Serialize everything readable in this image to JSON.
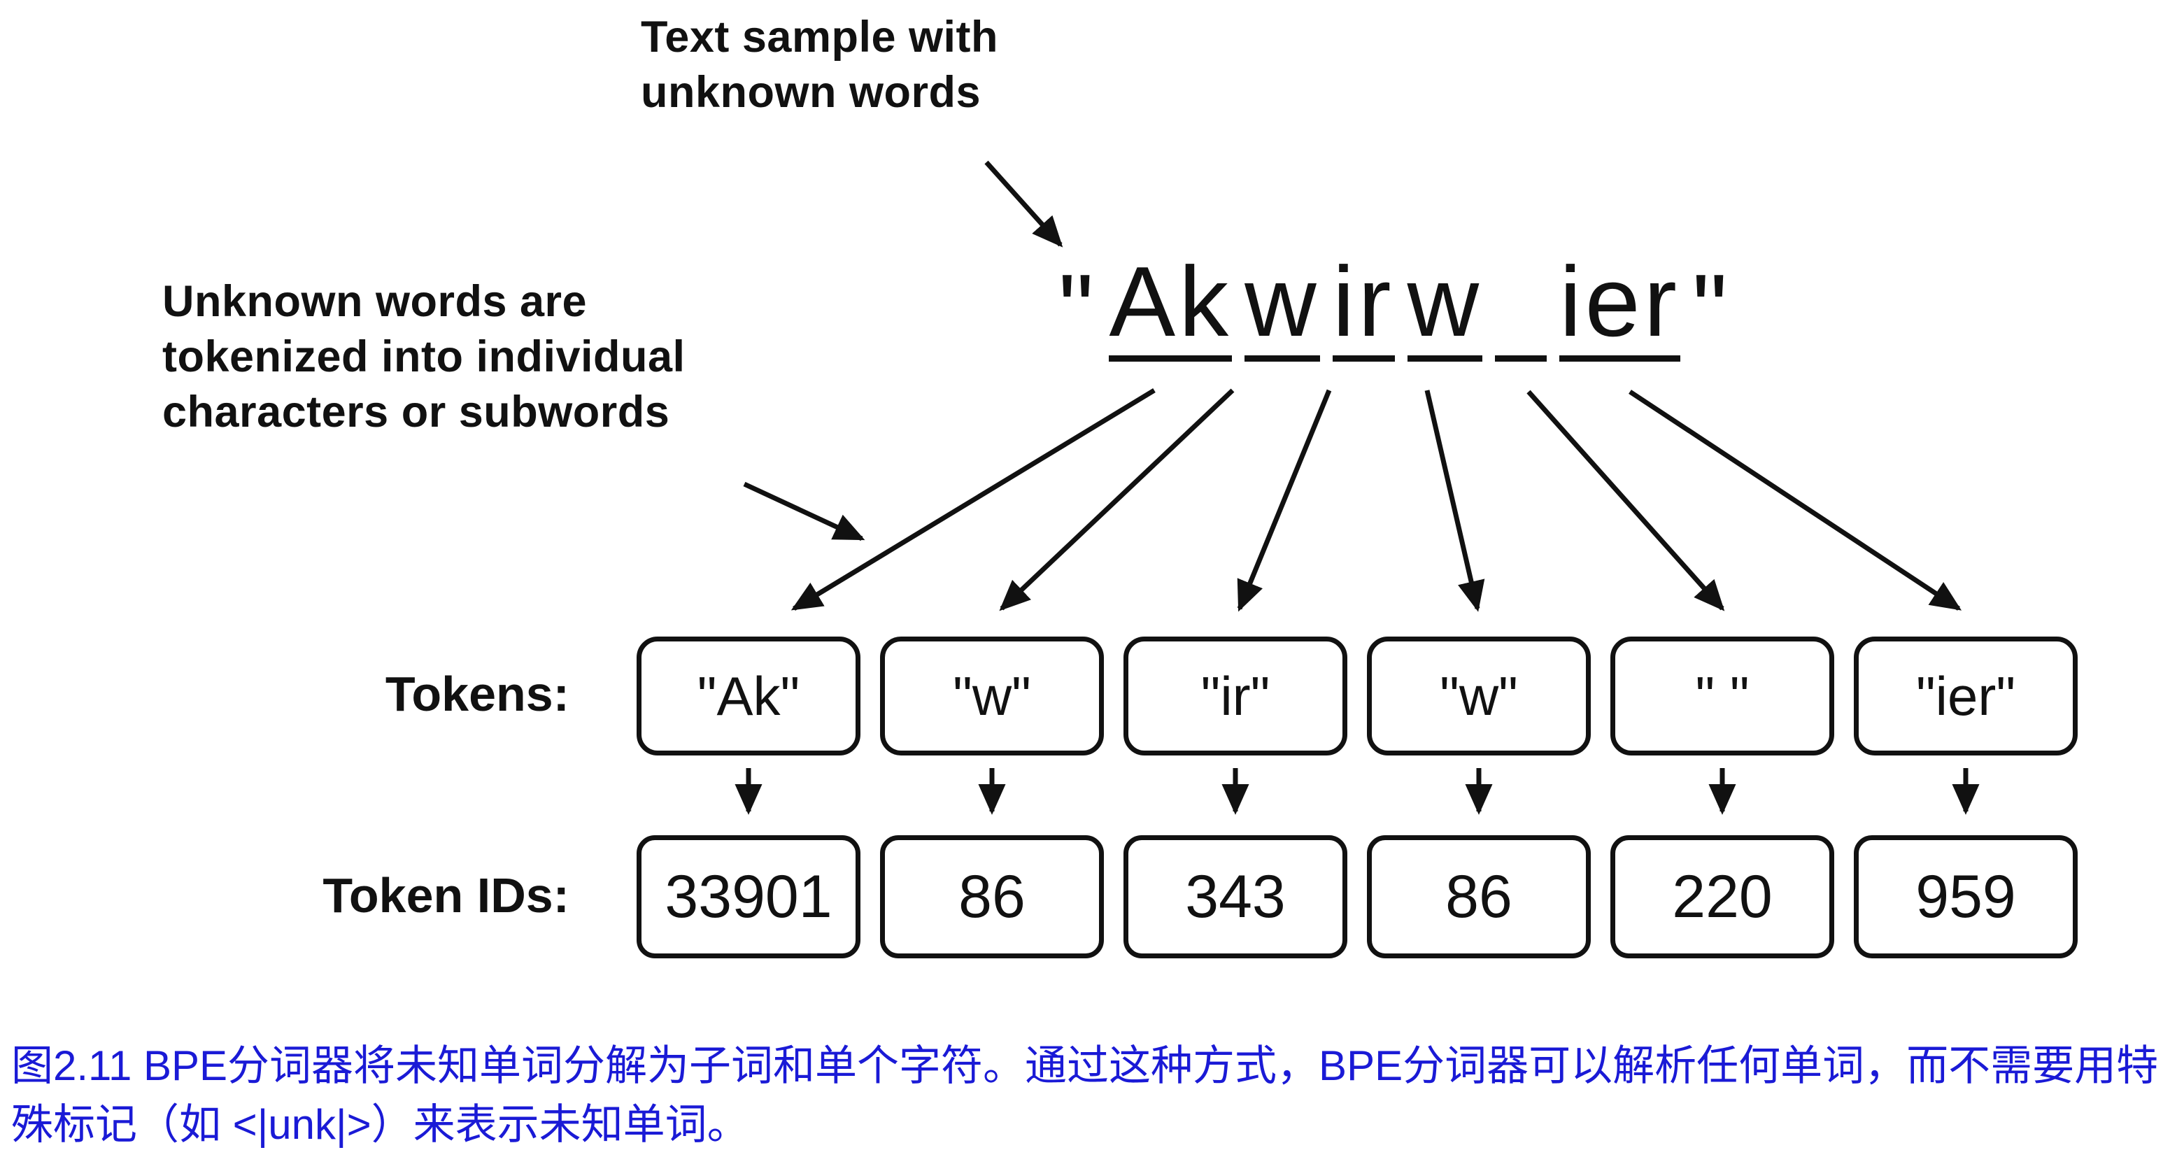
{
  "colors": {
    "ink": "#111111",
    "background": "#ffffff",
    "caption": "#1a1ad6"
  },
  "annotations": {
    "top_line1": "Text sample with",
    "top_line2": "unknown words",
    "left_line1": "Unknown words are",
    "left_line2": "tokenized into individual",
    "left_line3": "characters or subwords"
  },
  "sample": {
    "open_quote": "\"",
    "close_quote": "\"",
    "segments": [
      "Ak",
      "w",
      "ir",
      "w",
      " ",
      "ier"
    ]
  },
  "tokens_row": {
    "label": "Tokens:",
    "values": [
      "\"Ak\"",
      "\"w\"",
      "\"ir\"",
      "\"w\"",
      "\" \"",
      "\"ier\""
    ]
  },
  "ids_row": {
    "label": "Token IDs:",
    "values": [
      "33901",
      "86",
      "343",
      "86",
      "220",
      "959"
    ]
  },
  "caption": {
    "text": "图2.11 BPE分词器将未知单词分解为子词和单个字符。通过这种方式，BPE分词器可以解析任何单词，而不需要用特殊标记（如 <|unk|>）来表示未知单词。"
  }
}
